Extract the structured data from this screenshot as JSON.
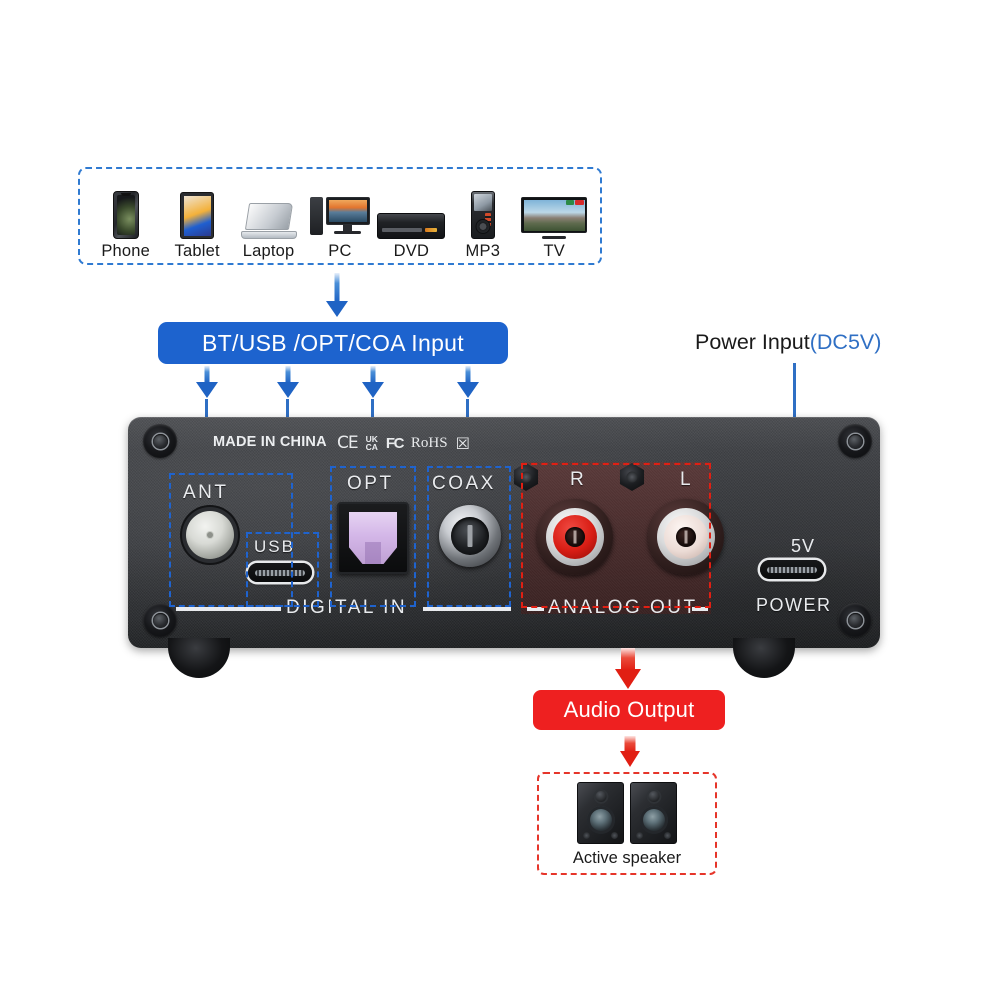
{
  "sources": {
    "items": [
      {
        "label": "Phone",
        "icon": "phone-icon"
      },
      {
        "label": "Tablet",
        "icon": "tablet-icon"
      },
      {
        "label": "Laptop",
        "icon": "laptop-icon"
      },
      {
        "label": "PC",
        "icon": "pc-icon"
      },
      {
        "label": "DVD",
        "icon": "dvd-player-icon"
      },
      {
        "label": "MP3",
        "icon": "mp3-player-icon"
      },
      {
        "label": "TV",
        "icon": "tv-icon"
      }
    ]
  },
  "banners": {
    "input": "BT/USB /OPT/COA Input",
    "output": "Audio Output"
  },
  "power": {
    "label": "Power Input",
    "spec": "(DC5V)",
    "port_mark": "5V",
    "port_label": "POWER"
  },
  "device": {
    "origin_text": "MADE IN CHINA",
    "certs": [
      {
        "name": "ce-mark",
        "text": "CE"
      },
      {
        "name": "ukca-mark",
        "text": "UK CA"
      },
      {
        "name": "fcc-mark",
        "text": "FC"
      },
      {
        "name": "rohs-mark",
        "text": "RoHS"
      },
      {
        "name": "weee-mark",
        "text": "☒"
      }
    ],
    "sections": {
      "digital_in": "DIGITAL IN",
      "analog_out": "ANALOG OUT"
    },
    "ports": {
      "ant": "ANT",
      "usb": "USB",
      "opt": "OPT",
      "coax": "COAX",
      "rca_right": "R",
      "rca_left": "L"
    }
  },
  "speakers": {
    "label": "Active speaker"
  },
  "colors": {
    "accent_blue": "#1d63ce",
    "accent_red": "#ee2020",
    "dash_blue": "#1f63ce",
    "dash_red": "#e11f13",
    "panel_dark": "#3a3c40",
    "analog_plate": "#4a2d2d"
  }
}
